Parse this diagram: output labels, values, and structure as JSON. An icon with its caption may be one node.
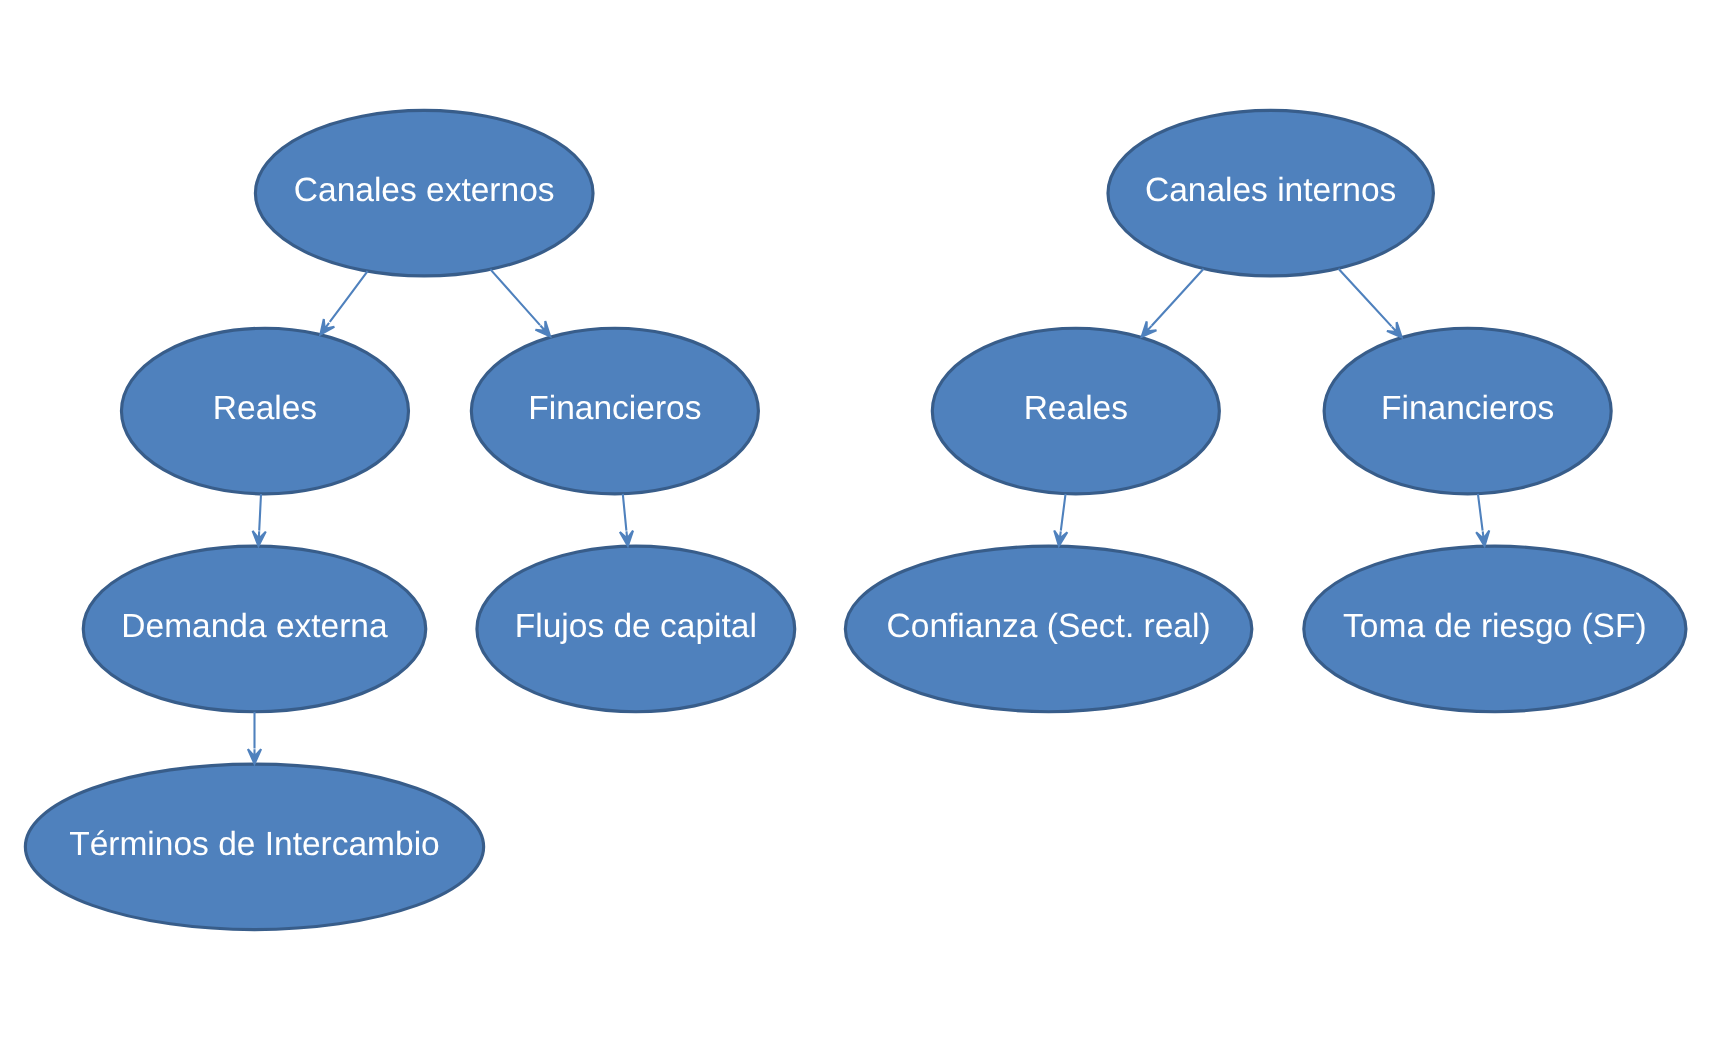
{
  "diagram": {
    "nodes": [
      {
        "text": [
          "Canales externos"
        ]
      },
      {
        "text": [
          "Reales"
        ]
      },
      {
        "text": [
          "Financieros"
        ]
      },
      {
        "text": [
          "Demanda externa"
        ]
      },
      {
        "text": [
          "Flujos de capital"
        ]
      },
      {
        "text": [
          "Términos de Intercambio"
        ]
      },
      {
        "text": [
          "Canales internos"
        ]
      },
      {
        "text": [
          "Reales"
        ]
      },
      {
        "text": [
          "Financieros"
        ]
      },
      {
        "text": [
          "Confianza (Sect. real)"
        ]
      },
      {
        "text": [
          "Toma de riesgo (SF)"
        ]
      }
    ],
    "edges": [
      {
        "from": 0,
        "to": 1,
        "arrow": "to"
      },
      {
        "from": 0,
        "to": 2,
        "arrow": "to"
      },
      {
        "from": 1,
        "to": 3,
        "arrow": "to"
      },
      {
        "from": 2,
        "to": 4,
        "arrow": "to"
      },
      {
        "from": 3,
        "to": 5,
        "arrow": "to"
      },
      {
        "from": 6,
        "to": 7,
        "arrow": "to"
      },
      {
        "from": 6,
        "to": 8,
        "arrow": "to"
      },
      {
        "from": 7,
        "to": 9,
        "arrow": "to"
      },
      {
        "from": 8,
        "to": 10,
        "arrow": "to"
      }
    ]
  }
}
